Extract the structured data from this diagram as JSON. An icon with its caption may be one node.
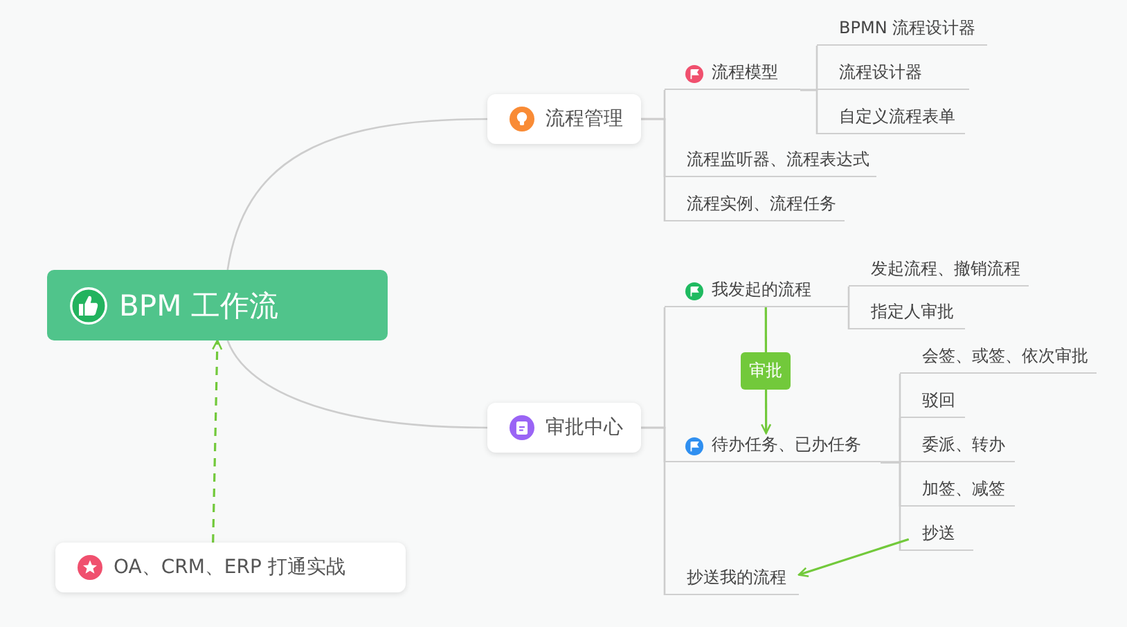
{
  "diagram": {
    "nodes": [
      {
        "text": [
          "BPM 工作流"
        ]
      },
      {
        "text": [
          "流程管理"
        ]
      },
      {
        "text": [
          "流程模型"
        ]
      },
      {
        "text": [
          "BPMN 流程设计器"
        ]
      },
      {
        "text": [
          "流程设计器"
        ]
      },
      {
        "text": [
          "自定义流程表单"
        ]
      },
      {
        "text": [
          "流程监听器、流程表达式"
        ]
      },
      {
        "text": [
          "流程实例、流程任务"
        ]
      },
      {
        "text": [
          "审批中心"
        ]
      },
      {
        "text": [
          "我发起的流程"
        ]
      },
      {
        "text": [
          "发起流程、撤销流程"
        ]
      },
      {
        "text": [
          "指定人审批"
        ]
      },
      {
        "text": [
          "待办任务、已办任务"
        ]
      },
      {
        "text": [
          "会签、或签、依次审批"
        ]
      },
      {
        "text": [
          "驳回"
        ]
      },
      {
        "text": [
          "委派、转办"
        ]
      },
      {
        "text": [
          "加签、减签"
        ]
      },
      {
        "text": [
          "抄送"
        ]
      },
      {
        "text": [
          "抄送我的流程"
        ]
      },
      {
        "text": [
          "OA、CRM、ERP 打通实战"
        ]
      }
    ],
    "edges": [
      {
        "from": 0,
        "to": 1,
        "arrow": "none"
      },
      {
        "from": 1,
        "to": 2,
        "arrow": "none"
      },
      {
        "from": 2,
        "to": 3,
        "arrow": "none"
      },
      {
        "from": 2,
        "to": 4,
        "arrow": "none"
      },
      {
        "from": 2,
        "to": 5,
        "arrow": "none"
      },
      {
        "from": 1,
        "to": 6,
        "arrow": "none"
      },
      {
        "from": 1,
        "to": 7,
        "arrow": "none"
      },
      {
        "from": 0,
        "to": 8,
        "arrow": "none"
      },
      {
        "from": 8,
        "to": 9,
        "arrow": "none"
      },
      {
        "from": 9,
        "to": 10,
        "arrow": "none"
      },
      {
        "from": 9,
        "to": 11,
        "arrow": "none"
      },
      {
        "from": 8,
        "to": 12,
        "arrow": "none"
      },
      {
        "from": 12,
        "to": 13,
        "arrow": "none"
      },
      {
        "from": 12,
        "to": 14,
        "arrow": "none"
      },
      {
        "from": 12,
        "to": 15,
        "arrow": "none"
      },
      {
        "from": 12,
        "to": 16,
        "arrow": "none"
      },
      {
        "from": 12,
        "to": 17,
        "arrow": "none"
      },
      {
        "from": 8,
        "to": 18,
        "arrow": "none"
      },
      {
        "from": 9,
        "to": 12,
        "arrow": "to",
        "label": "审批",
        "color": "#72c93b"
      },
      {
        "from": 17,
        "to": 18,
        "arrow": "to",
        "color": "#72c93b"
      },
      {
        "from": 19,
        "to": 0,
        "arrow": "to",
        "style": "dashed",
        "color": "#72c93b"
      }
    ]
  }
}
